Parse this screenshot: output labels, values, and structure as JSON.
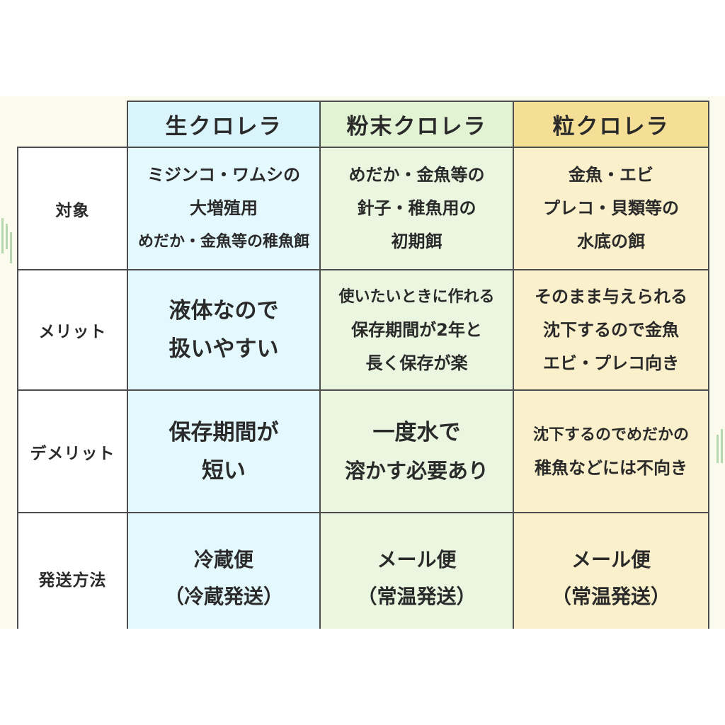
{
  "columns": [
    "生クロレラ",
    "粉末クロレラ",
    "粒クロレラ"
  ],
  "rows": [
    {
      "label": "対象",
      "cells": [
        [
          "ミジンコ・ワムシの",
          "大増殖用",
          "めだか・金魚等の稚魚餌"
        ],
        [
          "めだか・金魚等の",
          "針子・稚魚用の",
          "初期餌"
        ],
        [
          "金魚・エビ",
          "プレコ・貝類等の",
          "水底の餌"
        ]
      ]
    },
    {
      "label": "メリット",
      "cells": [
        [
          "液体なので",
          "扱いやすい"
        ],
        [
          "使いたいときに作れる",
          "保存期間が2年と",
          "長く保存が楽"
        ],
        [
          "そのまま与えられる",
          "沈下するので金魚",
          "エビ・プレコ向き"
        ]
      ]
    },
    {
      "label": "デメリット",
      "cells": [
        [
          "保存期間が",
          "短い"
        ],
        [
          "一度水で",
          "溶かす必要あり"
        ],
        [
          "沈下するのでめだかの",
          "稚魚などには不向き"
        ]
      ]
    },
    {
      "label": "発送方法",
      "cells": [
        [
          "冷蔵便",
          "（冷蔵発送）"
        ],
        [
          "メール便",
          "（常温発送）"
        ],
        [
          "メール便",
          "（常温発送）"
        ]
      ]
    }
  ],
  "colors": {
    "raw_column": "#e4f9fd",
    "powder_column": "#eaf6df",
    "granule_column": "#fbf0cc",
    "granule_header": "#f5df96",
    "border": "#4d4d4d"
  }
}
